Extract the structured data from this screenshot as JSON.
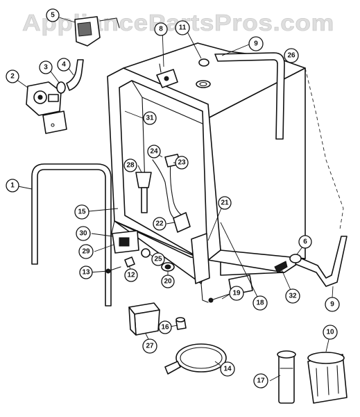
{
  "watermark": "AppliancePartsPros.com",
  "callouts": [
    {
      "id": "c1",
      "label": "1"
    },
    {
      "id": "c2",
      "label": "2"
    },
    {
      "id": "c3",
      "label": "3"
    },
    {
      "id": "c4",
      "label": "4"
    },
    {
      "id": "c5",
      "label": "5"
    },
    {
      "id": "c6",
      "label": "6"
    },
    {
      "id": "c8",
      "label": "8"
    },
    {
      "id": "c9a",
      "label": "9"
    },
    {
      "id": "c9b",
      "label": "9"
    },
    {
      "id": "c10",
      "label": "10"
    },
    {
      "id": "c11",
      "label": "11"
    },
    {
      "id": "c12",
      "label": "12"
    },
    {
      "id": "c13",
      "label": "13"
    },
    {
      "id": "c14",
      "label": "14"
    },
    {
      "id": "c15",
      "label": "15"
    },
    {
      "id": "c16",
      "label": "16"
    },
    {
      "id": "c17",
      "label": "17"
    },
    {
      "id": "c18",
      "label": "18"
    },
    {
      "id": "c19",
      "label": "19"
    },
    {
      "id": "c20",
      "label": "20"
    },
    {
      "id": "c21",
      "label": "21"
    },
    {
      "id": "c22",
      "label": "22"
    },
    {
      "id": "c23",
      "label": "23"
    },
    {
      "id": "c24",
      "label": "24"
    },
    {
      "id": "c25",
      "label": "25"
    },
    {
      "id": "c26",
      "label": "26"
    },
    {
      "id": "c27",
      "label": "27"
    },
    {
      "id": "c28",
      "label": "28"
    },
    {
      "id": "c29",
      "label": "29"
    },
    {
      "id": "c30",
      "label": "30"
    },
    {
      "id": "c31",
      "label": "31"
    },
    {
      "id": "c32",
      "label": "32"
    }
  ]
}
